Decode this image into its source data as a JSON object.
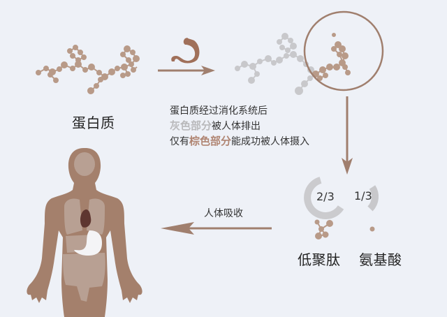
{
  "labels": {
    "protein": "蛋白质",
    "oligopeptide": "低聚肽",
    "amino_acid": "氨基酸",
    "absorb": "人体吸收"
  },
  "note": {
    "line1": "蛋白质经过消化系统后",
    "line2_highlight": "灰色部分",
    "line2_rest": "被人体排出",
    "line3_prefix": "仅有",
    "line3_highlight": "棕色部分",
    "line3_rest": "能成功被人体摄入"
  },
  "fractions": {
    "oligopeptide": "2/3",
    "amino_acid": "1/3"
  },
  "colors": {
    "background": "#eef1f7",
    "brown": "#a07f6e",
    "molecule_brown": "#b89a88",
    "gray": "#c8c8cb",
    "body": "#a4806c",
    "organs": "#b8a093",
    "heart": "#5e3630"
  },
  "icons": [
    "protein-molecule-icon",
    "stomach-icon",
    "digested-molecule-icon",
    "magnifier-circle-icon",
    "human-body-icon",
    "oligopeptide-icon",
    "amino-acid-icon"
  ]
}
